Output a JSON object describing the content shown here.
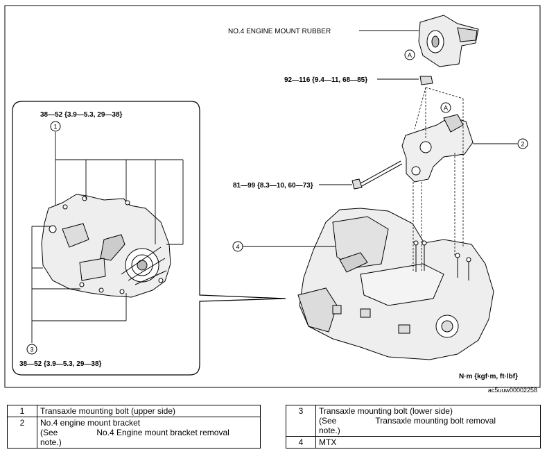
{
  "labels": {
    "engine_mount_rubber": "NO.4 ENGINE MOUNT RUBBER",
    "torque_nut": "92—116 {9.4—11, 68—85}",
    "torque_bracket_bolt": "81—99 {8.3—10, 60—73}",
    "torque_upper": "38—52 {3.9—5.3, 29—38}",
    "torque_lower": "38—52 {3.9—5.3, 29—38}",
    "unit": "N·m {kgf·m, ft·lbf}",
    "callout_a1": "A",
    "callout_a2": "A",
    "callout_1": "1",
    "callout_2": "2",
    "callout_3": "3",
    "callout_4": "4",
    "ref_code": "ac5uuw00002258"
  },
  "legend": {
    "items": [
      {
        "num": "1",
        "name": "Transaxle mounting bolt (upper side)",
        "see_prefix": "",
        "see_ref": "",
        "see_suffix": ""
      },
      {
        "num": "2",
        "name": "No.4 engine mount bracket",
        "see_prefix": "(See",
        "see_ref": "No.4 Engine mount bracket removal",
        "see_suffix": "note.)"
      },
      {
        "num": "3",
        "name": "Transaxle mounting bolt (lower side)",
        "see_prefix": "(See",
        "see_ref": "Transaxle mounting bolt removal",
        "see_suffix": "note.)"
      },
      {
        "num": "4",
        "name": "MTX",
        "see_prefix": "",
        "see_ref": "",
        "see_suffix": ""
      }
    ]
  },
  "colors": {
    "line": "#000000",
    "fill": "#ffffff",
    "shade": "#d8d8d8"
  }
}
